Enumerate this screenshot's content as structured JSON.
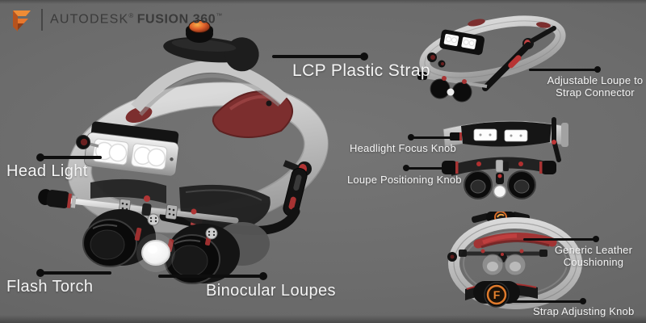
{
  "logo": {
    "brand": "AUTODESK",
    "brand_mark": "®",
    "product": "FUSION 360",
    "product_mark": "™",
    "f_glyph": "F"
  },
  "callouts": {
    "lcp_strap": {
      "label": "LCP Plastic Strap"
    },
    "head_light": {
      "label": "Head Light"
    },
    "flash_torch": {
      "label": "Flash Torch"
    },
    "binocular_loupes": {
      "label": "Binocular Loupes"
    },
    "adjustable_connector": {
      "line1": "Adjustable Loupe to",
      "line2": "Strap Connector"
    },
    "headlight_focus": {
      "label": "Headlight Focus Knob"
    },
    "loupe_positioning": {
      "label": "Loupe Positioning Knob"
    },
    "leather_cushion": {
      "line1": "Generic Leather",
      "line2": "Coushioning"
    },
    "strap_adjusting": {
      "label": "Strap Adjusting Knob"
    }
  },
  "colors": {
    "background": "#6c6c6c",
    "label_text": "#f4f4f4",
    "leader_line": "#0e0e0e",
    "logo_orange": "#e8772c",
    "logo_text": "#3a3a3a",
    "headband_gray": "#c6c6c6",
    "cushion_red": "#7c2e2e",
    "accent_red": "#b23434",
    "led_white": "#ffffff"
  }
}
